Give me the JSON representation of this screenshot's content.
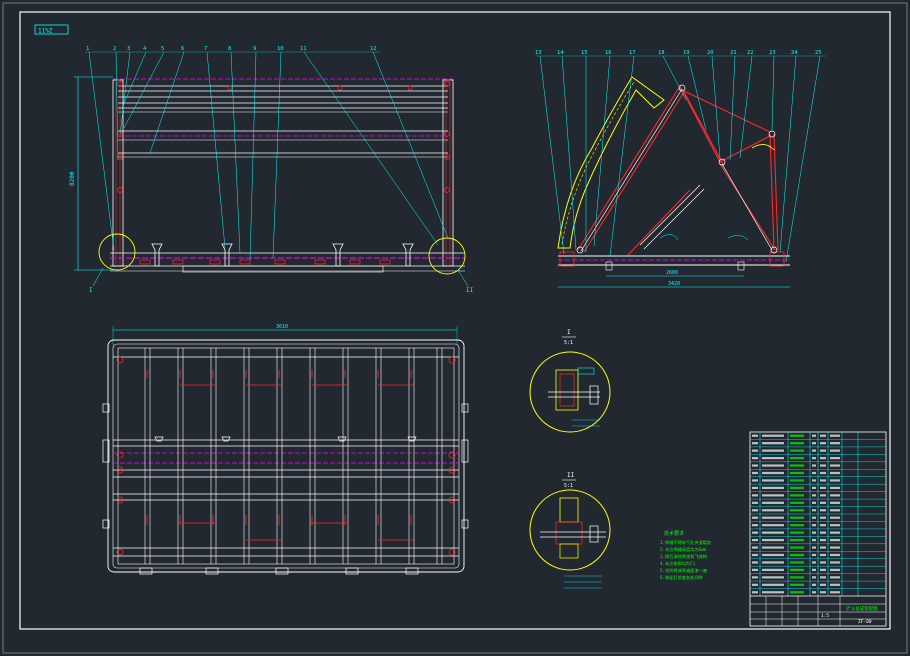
{
  "drawing": {
    "corner_tag": "11%Z",
    "front_view": {
      "callouts": [
        "1",
        "2",
        "3",
        "4",
        "5",
        "6",
        "7",
        "8",
        "9",
        "10",
        "11",
        "12"
      ],
      "section_marks": [
        "I",
        "II"
      ],
      "dim_top": "",
      "dim_side": "8200"
    },
    "side_view": {
      "callouts": [
        "13",
        "14",
        "15",
        "16",
        "17",
        "18",
        "19",
        "20",
        "21",
        "22",
        "23",
        "24",
        "25"
      ],
      "dim_inner": "2680",
      "dim_outer": "3420"
    },
    "plan_view": {
      "dim_top": "3610"
    },
    "details": [
      {
        "mark": "I",
        "scale": "5:1"
      },
      {
        "mark": "II",
        "scale": "5:1"
      }
    ],
    "notes": {
      "title": "技术要求",
      "lines": [
        "1.焊缝不得有气孔夹渣裂纹",
        "2.未注焊缝高度均为6mm",
        "3.焊后清除焊渣和飞溅物",
        "4.未注倒角均为C1",
        "5.涂防锈漆两遍面漆一遍",
        "6.装配后检查各处间隙"
      ]
    },
    "title_block": {
      "drawing_name": "铲斗总成装配图",
      "drawing_no": "ZF-00",
      "scale": "1:5"
    }
  },
  "colors": {
    "background": "#212830",
    "white": "#ffffff",
    "cyan": "#00ffff",
    "yellow": "#ffff00",
    "red": "#ff2a2a",
    "magenta": "#ff00ff",
    "green": "#00ff00"
  }
}
